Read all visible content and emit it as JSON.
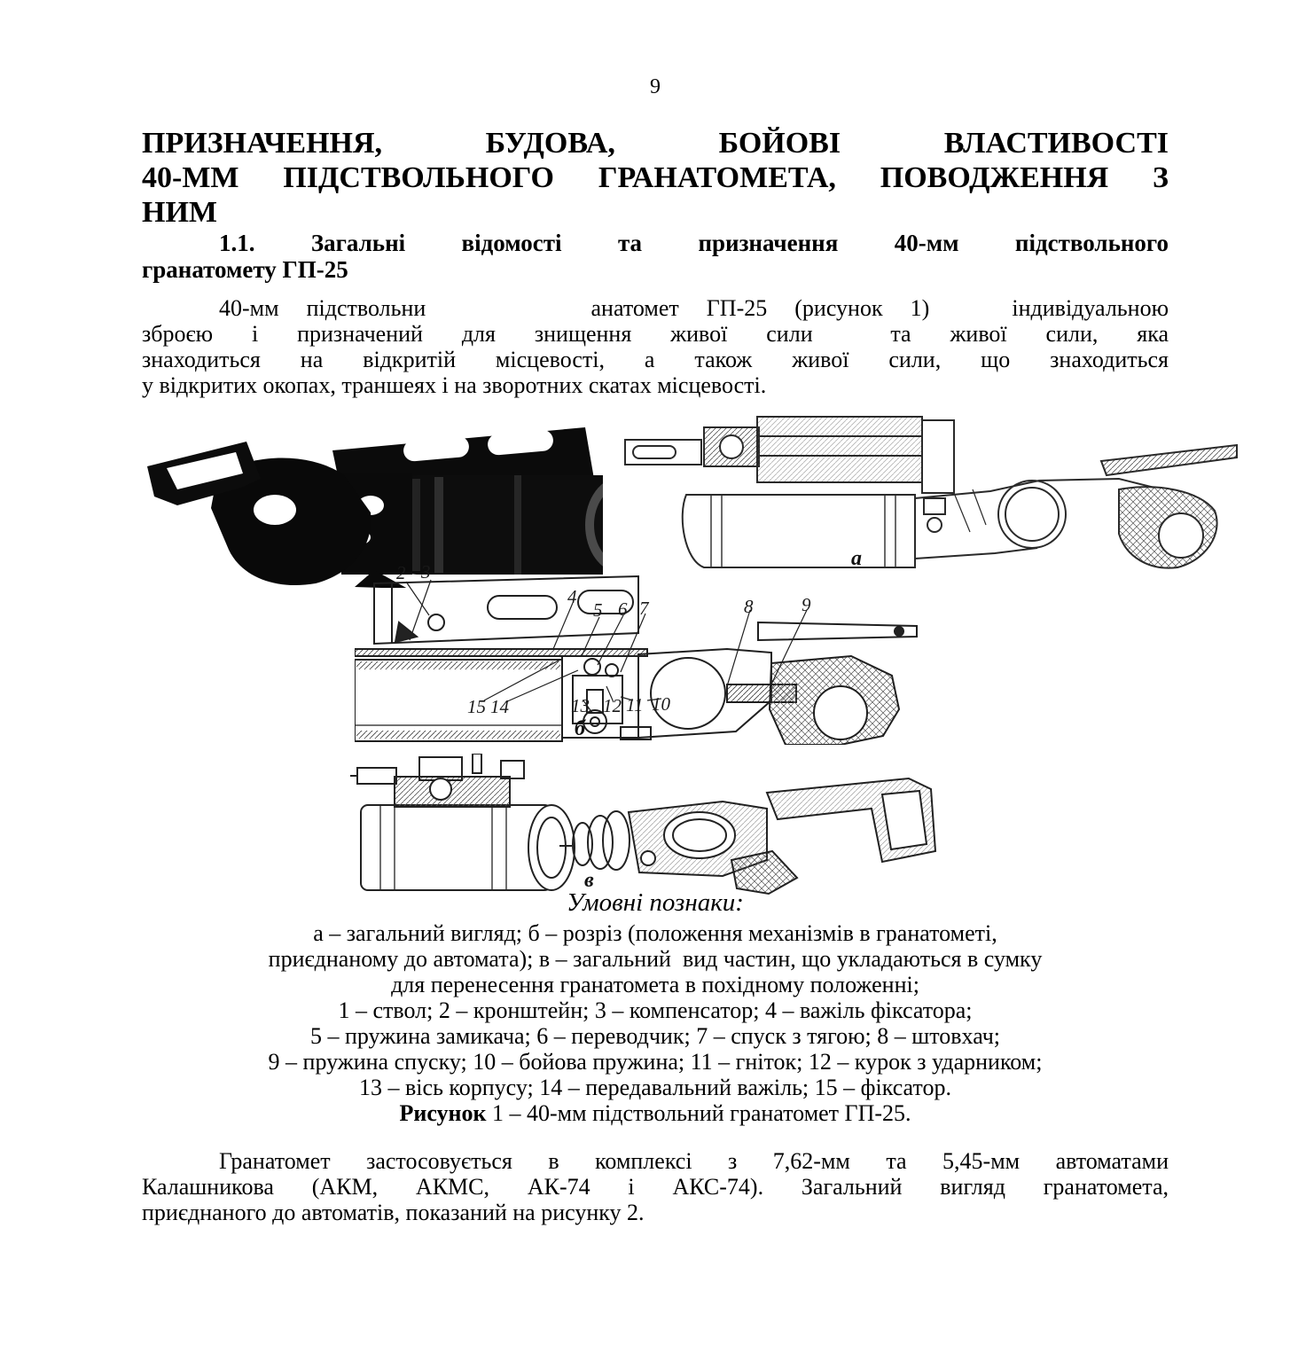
{
  "page": {
    "number": "9"
  },
  "heading": {
    "lines": [
      "ПРИЗНАЧЕННЯ, БУДОВА, БОЙОВІ ВЛАСТИВОСТІ",
      "40-ММ ПІДСТВОЛЬНОГО ГРАНАТОМЕТА, ПОВОДЖЕННЯ З",
      "НИМ"
    ]
  },
  "subheading": {
    "lines": [
      "1.1. Загальні відомості та призначення 40-мм підствольного",
      "гранатомету ГП-25"
    ]
  },
  "paragraph1": {
    "lines": [
      "40-мм підствольни      анатомет ГП-25 (рисунок 1)   індивідуальною",
      "зброєю і призначений для знищення живої сили  та живої сили, яка",
      "знаходиться на відкритій місцевості, а також живої сили, що знаходиться",
      "у відкритих окопах, траншеях і на зворотних скатах місцевості."
    ]
  },
  "figure": {
    "labels": {
      "a": "а",
      "b": "б",
      "v": "в"
    },
    "callouts": [
      "2",
      "3",
      "4",
      "5",
      "6",
      "7",
      "8",
      "9",
      "15",
      "14",
      "13",
      "12",
      "11",
      "10"
    ],
    "legend_title": "Умовні познаки:",
    "legend_lines": [
      "а – загальний вигляд; б – розріз (положення механізмів в гранатометі,",
      "приєднаному до автомата); в – загальний  вид частин, що укладаються в сумку",
      "для перенесення гранатомета в похідному положенні;",
      "1 – ствол; 2 – кронштейн; 3 – компенсатор; 4 – важіль фіксатора;",
      "5 – пружина замикача; 6 – переводчик; 7 – спуск з тягою; 8 – штовхач;",
      "9 – пружина спуску; 10 – бойова пружина; 11 – гніток; 12 – курок з ударником;",
      "13 – вісь корпусу; 14 – передавальний важіль; 15 – фіксатор."
    ],
    "caption_bold": "Рисунок",
    "caption_rest": " 1 – 40-мм підствольний гранатомет ГП-25."
  },
  "paragraph2": {
    "lines": [
      "Гранатомет застосовується в комплексі з 7,62-мм та 5,45-мм автоматами",
      "Калашникова (АКМ, АКМС, АК-74 і АКС-74). Загальний вигляд гранатомета,",
      "приєднаного до автоматів, показаний на рисунку 2."
    ]
  }
}
